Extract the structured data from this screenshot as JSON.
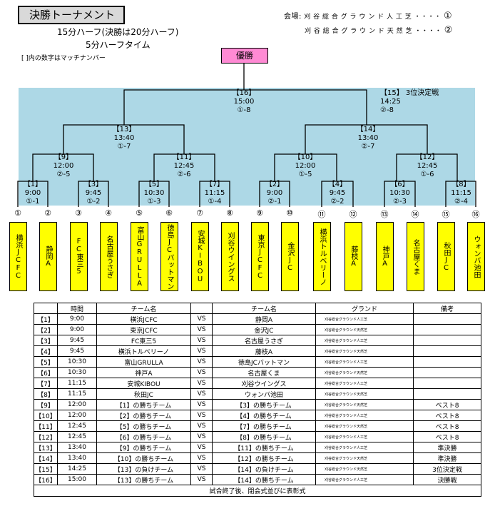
{
  "header": {
    "title": "決勝トーナメント",
    "line1": "15分ハーフ(決勝は20分ハーフ)",
    "line2": "5分ハーフタイム",
    "note": "[ ]内の数字はマッチナンバー",
    "venue_label": "会場:",
    "venue1": "刈 谷 総 合 グ ラ ウ ン ド 人 工 芝 ・・・・",
    "venue1_num": "①",
    "venue2": "刈 谷 総 合 グ ラ ウ ン ド 天 然 芝 ・・・・",
    "venue2_num": "②"
  },
  "bracket": {
    "winner": "優勝",
    "final": "【16】\n15:00\n①-8",
    "third": "【15】 3位決定戦\n14:25\n②-8",
    "sf1": "【13】\n13:40\n①-7",
    "sf2": "【14】\n13:40\n②-7",
    "qf": [
      "【9】\n12:00\n②-5",
      "【11】\n12:45\n②-6",
      "【10】\n12:00\n①-5",
      "【12】\n12:45\n①-6"
    ],
    "r1": [
      "【1】\n9:00\n①-1",
      "【3】\n9:45\n①-2",
      "【5】\n10:30\n①-3",
      "【7】\n11:15\n①-4",
      "【2】\n9:00\n②-1",
      "【4】\n9:45\n②-2",
      "【6】\n10:30\n②-3",
      "【8】\n11:15\n②-4"
    ],
    "seeds": [
      "①",
      "②",
      "③",
      "④",
      "⑤",
      "⑥",
      "⑦",
      "⑧",
      "⑨",
      "⑩",
      "⑪",
      "⑫",
      "⑬",
      "⑭",
      "⑮",
      "⑯"
    ],
    "teams": [
      "横浜JCFC",
      "静岡A",
      "FC東三5",
      "名古屋うさぎ",
      "富山GRULLA",
      "徳島JCバットマン",
      "安城KIBOU",
      "刈谷ウイングス",
      "東京JCFC",
      "金沢JC",
      "横浜トルベリーノ",
      "藤枝A",
      "神戸A",
      "名古屋くま",
      "秋田JC",
      "ウォンバ池田"
    ]
  },
  "schedule": {
    "headers": [
      "",
      "時間",
      "チーム名",
      "",
      "チーム名",
      "グランド",
      "備考"
    ],
    "rows": [
      [
        "【1】",
        "9:00",
        "横浜JCFC",
        "VS",
        "静岡A",
        "刈谷総合グラウンド人工芝",
        ""
      ],
      [
        "【2】",
        "9:00",
        "東京JCFC",
        "VS",
        "金沢JC",
        "刈谷総合グラウンド天然芝",
        ""
      ],
      [
        "【3】",
        "9:45",
        "FC東三5",
        "VS",
        "名古屋うさぎ",
        "刈谷総合グラウンド人工芝",
        ""
      ],
      [
        "【4】",
        "9:45",
        "横浜トルベリーノ",
        "VS",
        "藤枝A",
        "刈谷総合グラウンド天然芝",
        ""
      ],
      [
        "【5】",
        "10:30",
        "富山GRULLA",
        "VS",
        "徳島JCバットマン",
        "刈谷総合グラウンド人工芝",
        ""
      ],
      [
        "【6】",
        "10:30",
        "神戸A",
        "VS",
        "名古屋くま",
        "刈谷総合グラウンド天然芝",
        ""
      ],
      [
        "【7】",
        "11:15",
        "安城KIBOU",
        "VS",
        "刈谷ウイングス",
        "刈谷総合グラウンド人工芝",
        ""
      ],
      [
        "【8】",
        "11:15",
        "秋田JC",
        "VS",
        "ウォンバ池田",
        "刈谷総合グラウンド天然芝",
        ""
      ],
      [
        "【9】",
        "12:00",
        "【1】の勝ちチーム",
        "VS",
        "【3】の勝ちチーム",
        "刈谷総合グラウンド天然芝",
        "ベスト8"
      ],
      [
        "【10】",
        "12:00",
        "【2】の勝ちチーム",
        "VS",
        "【4】の勝ちチーム",
        "刈谷総合グラウンド人工芝",
        "ベスト8"
      ],
      [
        "【11】",
        "12:45",
        "【5】の勝ちチーム",
        "VS",
        "【7】の勝ちチーム",
        "刈谷総合グラウンド天然芝",
        "ベスト8"
      ],
      [
        "【12】",
        "12:45",
        "【6】の勝ちチーム",
        "VS",
        "【8】の勝ちチーム",
        "刈谷総合グラウンド人工芝",
        "ベスト8"
      ],
      [
        "【13】",
        "13:40",
        "【9】の勝ちチーム",
        "VS",
        "【11】の勝ちチーム",
        "刈谷総合グラウンド人工芝",
        "準決勝"
      ],
      [
        "【14】",
        "13:40",
        "【10】の勝ちチーム",
        "VS",
        "【12】の勝ちチーム",
        "刈谷総合グラウンド天然芝",
        "準決勝"
      ],
      [
        "【15】",
        "14:25",
        "【13】の負けチーム",
        "VS",
        "【14】の負けチーム",
        "刈谷総合グラウンド天然芝",
        "3位決定戦"
      ],
      [
        "【16】",
        "15:00",
        "【13】の勝ちチーム",
        "VS",
        "【14】の勝ちチーム",
        "刈谷総合グラウンド人工芝",
        "決勝戦"
      ]
    ],
    "footer": "試合終了後、閉会式並びに表彰式"
  }
}
